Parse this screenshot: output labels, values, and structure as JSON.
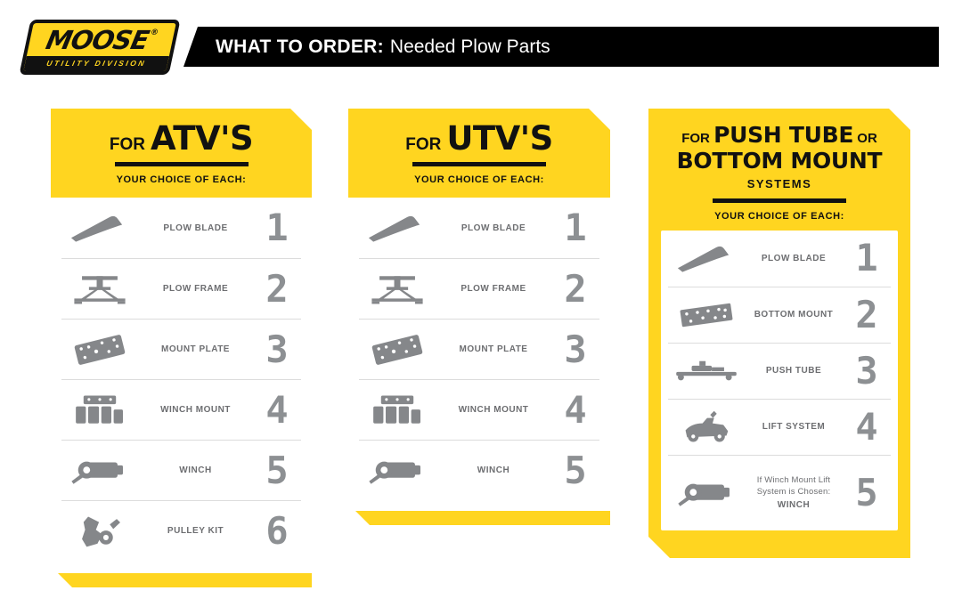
{
  "header": {
    "logo_brand": "MOOSE",
    "logo_registered": "®",
    "logo_sub": "UTILITY DIVISION",
    "title_bold": "WHAT TO ORDER:",
    "title_rest": "Needed Plow Parts"
  },
  "colors": {
    "brand_yellow": "#FFD520",
    "bar_black": "#000000",
    "number_gray": "#8D9093",
    "icon_gray": "#85878A",
    "label_gray": "#6D6E71"
  },
  "cards": [
    {
      "title_prefix": "FOR",
      "title": "ATV'S",
      "subtitle": "YOUR CHOICE OF EACH:",
      "rows": [
        {
          "label": "PLOW BLADE",
          "qty": "1",
          "icon": "plow-blade-icon"
        },
        {
          "label": "PLOW FRAME",
          "qty": "2",
          "icon": "plow-frame-icon"
        },
        {
          "label": "MOUNT PLATE",
          "qty": "3",
          "icon": "mount-plate-icon"
        },
        {
          "label": "WINCH MOUNT",
          "qty": "4",
          "icon": "winch-mount-icon"
        },
        {
          "label": "WINCH",
          "qty": "5",
          "icon": "winch-icon"
        },
        {
          "label": "PULLEY KIT",
          "qty": "6",
          "icon": "pulley-kit-icon"
        }
      ]
    },
    {
      "title_prefix": "FOR",
      "title": "UTV'S",
      "subtitle": "YOUR CHOICE OF EACH:",
      "rows": [
        {
          "label": "PLOW BLADE",
          "qty": "1",
          "icon": "plow-blade-icon"
        },
        {
          "label": "PLOW FRAME",
          "qty": "2",
          "icon": "plow-frame-icon"
        },
        {
          "label": "MOUNT PLATE",
          "qty": "3",
          "icon": "mount-plate-icon"
        },
        {
          "label": "WINCH MOUNT",
          "qty": "4",
          "icon": "winch-mount-icon"
        },
        {
          "label": "WINCH",
          "qty": "5",
          "icon": "winch-icon"
        }
      ]
    },
    {
      "title_prefix": "FOR",
      "title_line1": "PUSH TUBE",
      "title_or": "OR",
      "title_line2": "BOTTOM MOUNT",
      "title_line3": "SYSTEMS",
      "subtitle": "YOUR CHOICE OF EACH:",
      "rows": [
        {
          "label": "PLOW BLADE",
          "qty": "1",
          "icon": "plow-blade-icon"
        },
        {
          "label": "BOTTOM MOUNT",
          "qty": "2",
          "icon": "bottom-mount-icon"
        },
        {
          "label": "PUSH TUBE",
          "qty": "3",
          "icon": "push-tube-icon"
        },
        {
          "label": "LIFT SYSTEM",
          "qty": "4",
          "icon": "lift-system-icon"
        },
        {
          "note": "If Winch Mount Lift System is Chosen:",
          "label": "WINCH",
          "qty": "5",
          "icon": "winch-icon"
        }
      ]
    }
  ]
}
